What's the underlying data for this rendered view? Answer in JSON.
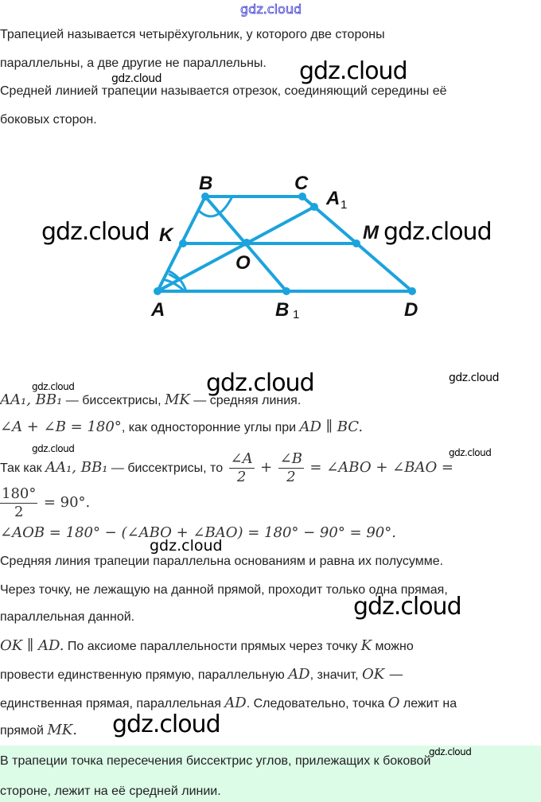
{
  "watermark": "gdz.cloud",
  "definitions": [
    "Трапецией называется четырёхугольник, у которого две стороны",
    "параллельны, а две другие не параллельны.",
    "Средней линией трапеции называется отрезок, соединяющий середины её",
    "боковых сторон."
  ],
  "diagram": {
    "color": "#1ca3dc",
    "labels": {
      "B": "B",
      "C": "C",
      "A1": "A",
      "A1_sub": "1",
      "K": "K",
      "M": "M",
      "O": "O",
      "A": "A",
      "B1": "B",
      "B1_sub": "1",
      "D": "D"
    }
  },
  "solution": {
    "l1_math": "AA₁,  BB₁",
    "l1_text": " — биссектрисы, ",
    "l1_math2": "MK",
    "l1_text2": " — средняя линия.",
    "l2_math": "∠A + ∠B = 180°",
    "l2_text": ", как односторонние углы при ",
    "l2_math2": "AD ∥ BC.",
    "l3_text": "Так как ",
    "l3_math": "AA₁,  BB₁",
    "l3_text2": " — биссектрисы, то ",
    "l3_f1_num": "∠A",
    "l3_f1_den": "2",
    "l3_plus": "+",
    "l3_f2_num": "∠B",
    "l3_f2_den": "2",
    "l3_rest": "= ∠ABO + ∠BAO =",
    "l4_num": "180°",
    "l4_den": "2",
    "l4_rest": "= 90°.",
    "l5_math": "∠AOB = 180° − (∠ABO + ∠BAO) = 180° − 90° = 90°.",
    "l6": "Средняя линия трапеции параллельна основаниям и равна их полусумме.",
    "l7": "Через точку, не лежащую на данной прямой, проходит только одна прямая,",
    "l8": "параллельная данной.",
    "l9_math": "OK ∥ AD.",
    "l9_text": " По аксиоме параллельности прямых через точку ",
    "l9_math2": "K",
    "l9_text2": " можно",
    "l10_text": "провести единственную прямую, параллельную ",
    "l10_math": "AD",
    "l10_text2": ", значит, ",
    "l10_math2": "OK —",
    "l11_text": "единственная прямая, параллельная ",
    "l11_math": "AD",
    "l11_text2": ". Следовательно, точка ",
    "l11_math2": "O",
    "l11_text3": " лежит на",
    "l12_text": "прямой ",
    "l12_math": "MK."
  },
  "conclusion": [
    "В трапеции точка пересечения биссектрис углов, прилежащих к боковой",
    "стороне, лежит на её средней линии."
  ]
}
